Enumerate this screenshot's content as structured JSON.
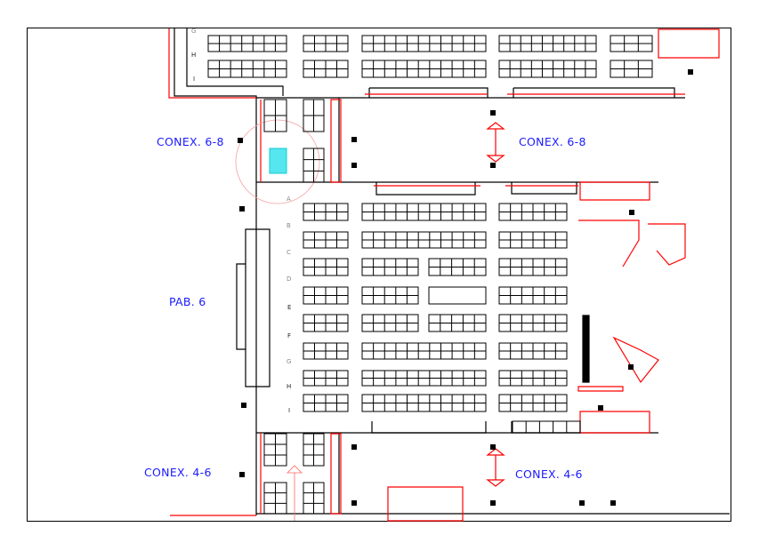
{
  "labels": {
    "conex_68_left": "CONEX. 6-8",
    "conex_68_right": "CONEX. 6-8",
    "pab_6": "PAB. 6",
    "conex_46_left": "CONEX. 4-6",
    "conex_46_right": "CONEX. 4-6"
  },
  "row_letters": [
    "A",
    "B",
    "C",
    "D",
    "E",
    "F",
    "G",
    "H",
    "I"
  ],
  "top_row_letters": [
    "G",
    "H",
    "I"
  ],
  "colors": {
    "wall": "#000000",
    "red": "#ff0000",
    "text": "#1a1aff",
    "highlight": "#55e6f0"
  }
}
